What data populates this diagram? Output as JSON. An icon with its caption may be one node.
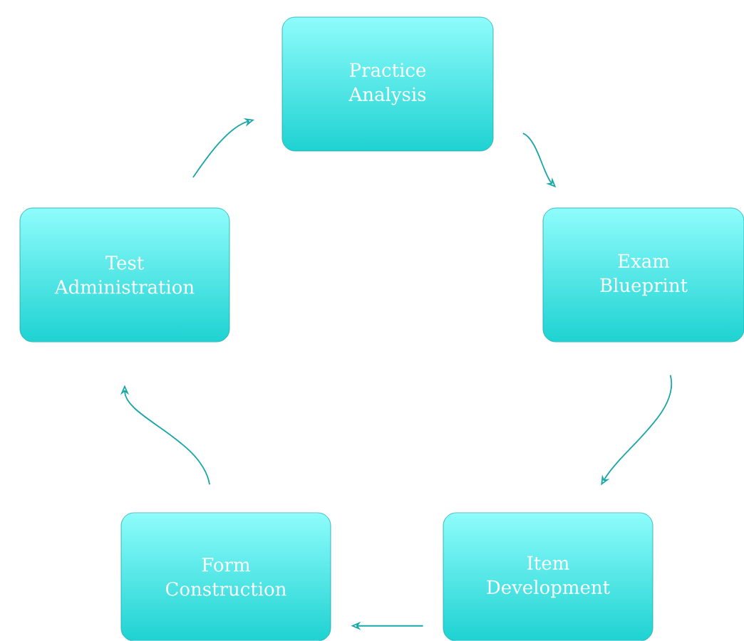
{
  "diagram": {
    "nodes": [
      {
        "text": [
          "Practice Analysis"
        ]
      },
      {
        "text": [
          "Exam Blueprint"
        ]
      },
      {
        "text": [
          "Item Development"
        ]
      },
      {
        "text": [
          "Form Construction"
        ]
      },
      {
        "text": [
          "Test Administration"
        ]
      }
    ],
    "edges": [
      {
        "from": 0,
        "to": 1,
        "arrow": "to"
      },
      {
        "from": 1,
        "to": 2,
        "arrow": "to"
      },
      {
        "from": 2,
        "to": 3,
        "arrow": "to"
      },
      {
        "from": 3,
        "to": 4,
        "arrow": "to"
      },
      {
        "from": 4,
        "to": 0,
        "arrow": "to"
      }
    ]
  }
}
